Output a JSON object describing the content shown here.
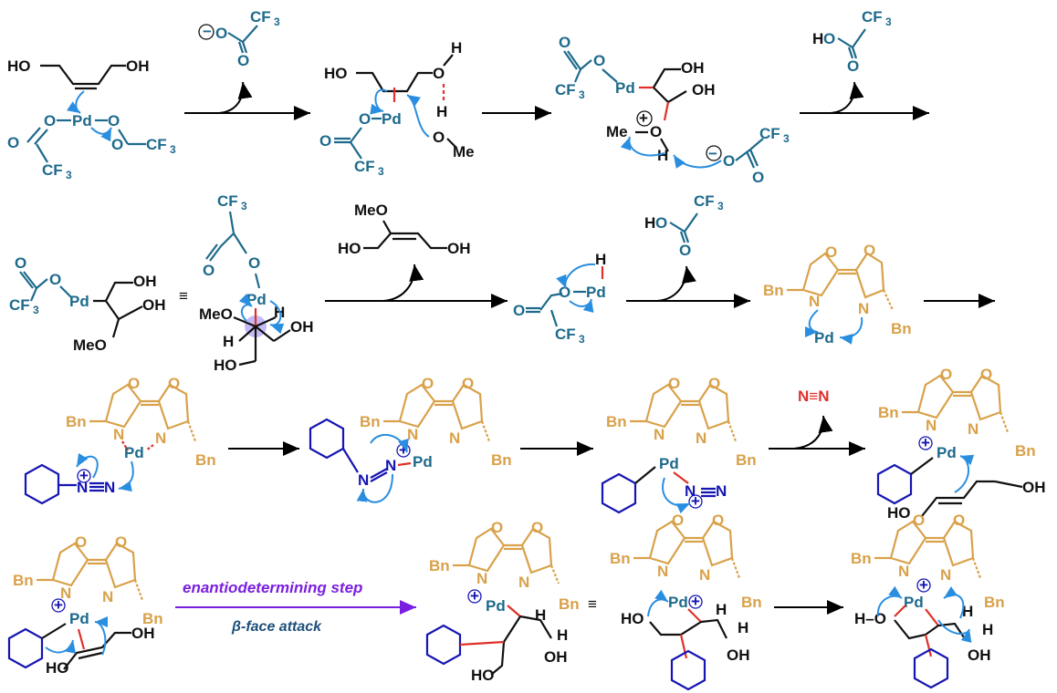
{
  "colors": {
    "teal": "#1d6a8c",
    "black": "#111111",
    "gold": "#d9a14a",
    "navy": "#1515b3",
    "red": "#e0302a",
    "curly_arrow": "#2a8ee0",
    "purple": "#7a1fe0"
  },
  "labels": {
    "HO": "HO",
    "OH": "OH",
    "O": "O",
    "H": "H",
    "Pd": "Pd",
    "CF": "CF",
    "sub3": "3",
    "Me": "Me",
    "MeO": "MeO",
    "Bn": "Bn",
    "N": "N",
    "equiv": "≡",
    "plus": "+",
    "minus": "−",
    "HOdash": "H–O",
    "diazo": "N≡N",
    "Hlig": "H",
    "MeP": "Me"
  },
  "step": {
    "title": "enantiodetermining step",
    "beta_symbol": "β",
    "subtitle": "-face attack"
  }
}
